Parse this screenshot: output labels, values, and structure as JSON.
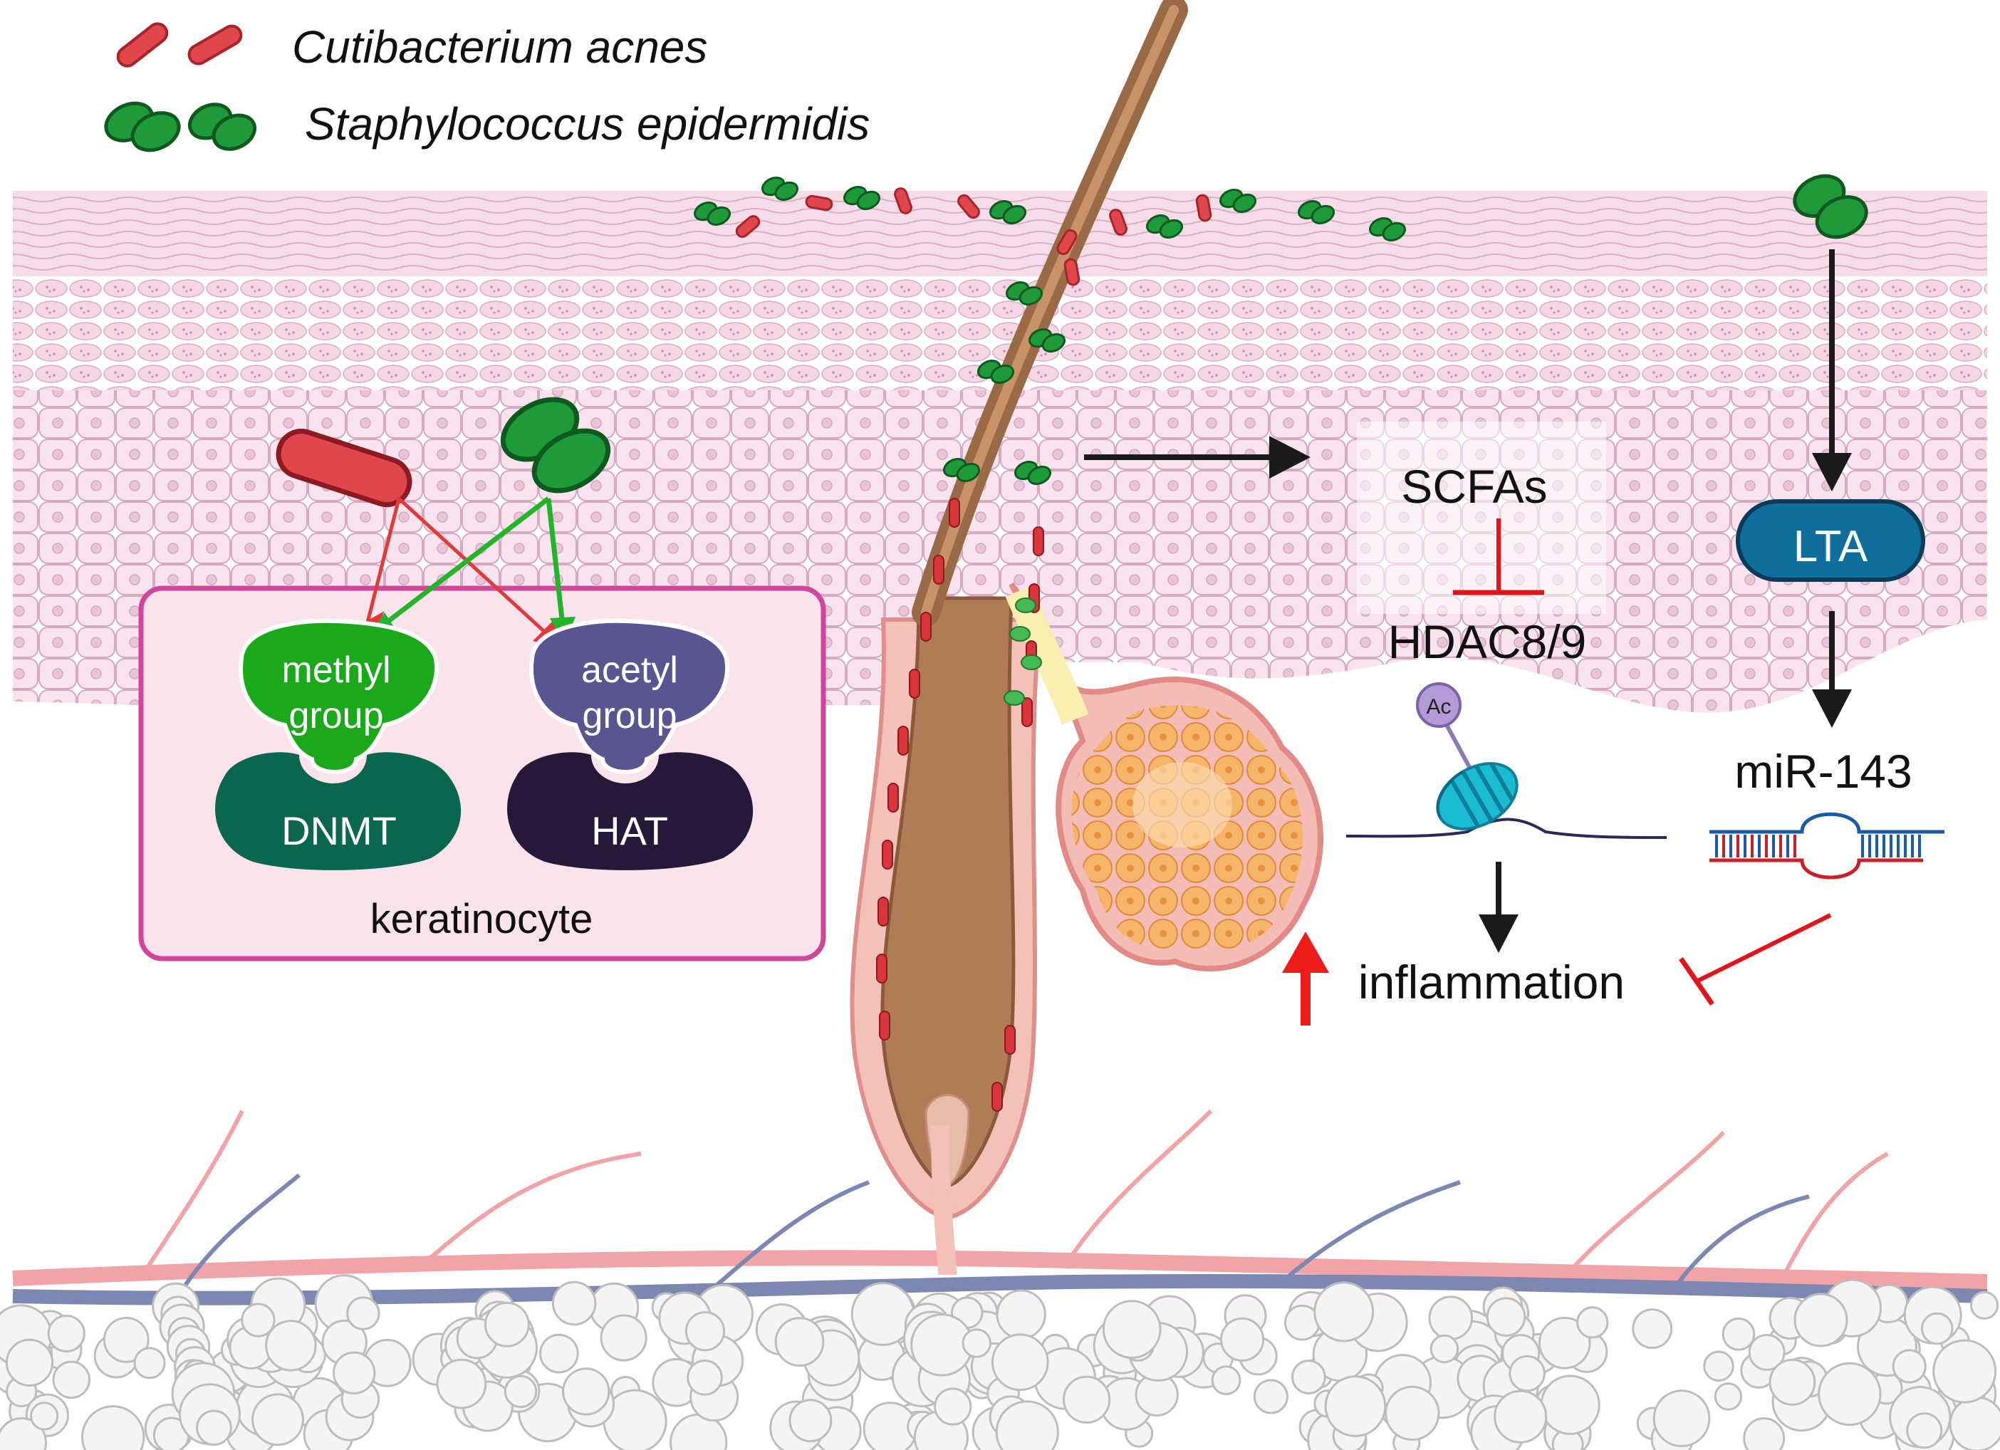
{
  "legend": {
    "species_1": "Cutibacterium acnes",
    "species_2": "Staphylococcus epidermidis"
  },
  "keratinocyte_box": {
    "caption": "keratinocyte",
    "methyl_label_1": "methyl",
    "methyl_label_2": "group",
    "acetyl_label_1": "acetyl",
    "acetyl_label_2": "group",
    "dnmt_label": "DNMT",
    "hat_label": "HAT"
  },
  "pathway": {
    "scfas": "SCFAs",
    "hdac": "HDAC8/9",
    "ac_tag": "Ac",
    "inflammation": "inflammation"
  },
  "lta_pathway": {
    "lta": "LTA",
    "mirna": "miR-143"
  },
  "colors": {
    "c_acnes": "#e0474c",
    "s_epidermidis": "#1e9a3a",
    "methyl": "#1aa91a",
    "acetyl": "#5a5590",
    "dnmt": "#0b6650",
    "hat": "#251838",
    "lta": "#0e6f9c",
    "skin": "#f6dbe8",
    "inhibit": "#e0141a",
    "box_border": "#d0469a"
  }
}
